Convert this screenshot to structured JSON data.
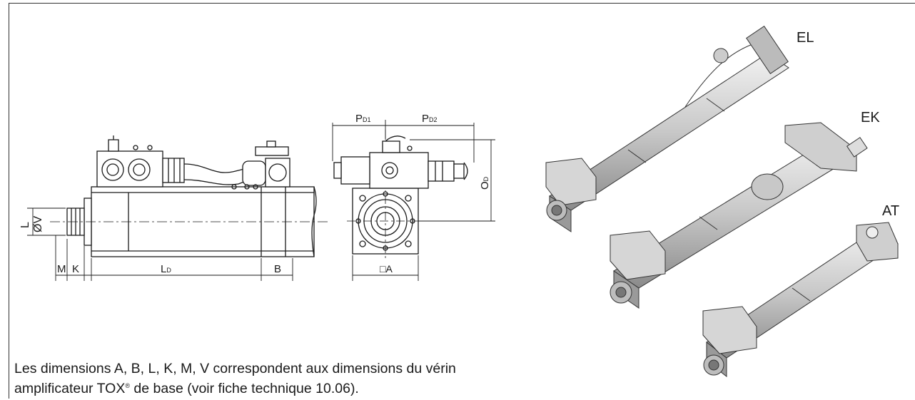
{
  "labels": {
    "dim_L": "L",
    "dim_V": "ØV",
    "dim_M": "M",
    "dim_K": "K",
    "dim_LD_main": "L",
    "dim_LD_sub": "D",
    "dim_B": "B",
    "dim_PD1_main": "P",
    "dim_PD1_sub": "D1",
    "dim_PD2_main": "P",
    "dim_PD2_sub": "D2",
    "dim_OD_main": "O",
    "dim_OD_sub": "D",
    "dim_A": "□A"
  },
  "cylinders": {
    "el": "EL",
    "ek": "EK",
    "at": "AT"
  },
  "caption": {
    "line1": "Les dimensions A, B, L, K, M, V correspondent aux dimensions du vérin",
    "line2_pre": "amplificateur TOX",
    "line2_reg": "®",
    "line2_post": " de base (voir fiche technique 10.06)."
  }
}
